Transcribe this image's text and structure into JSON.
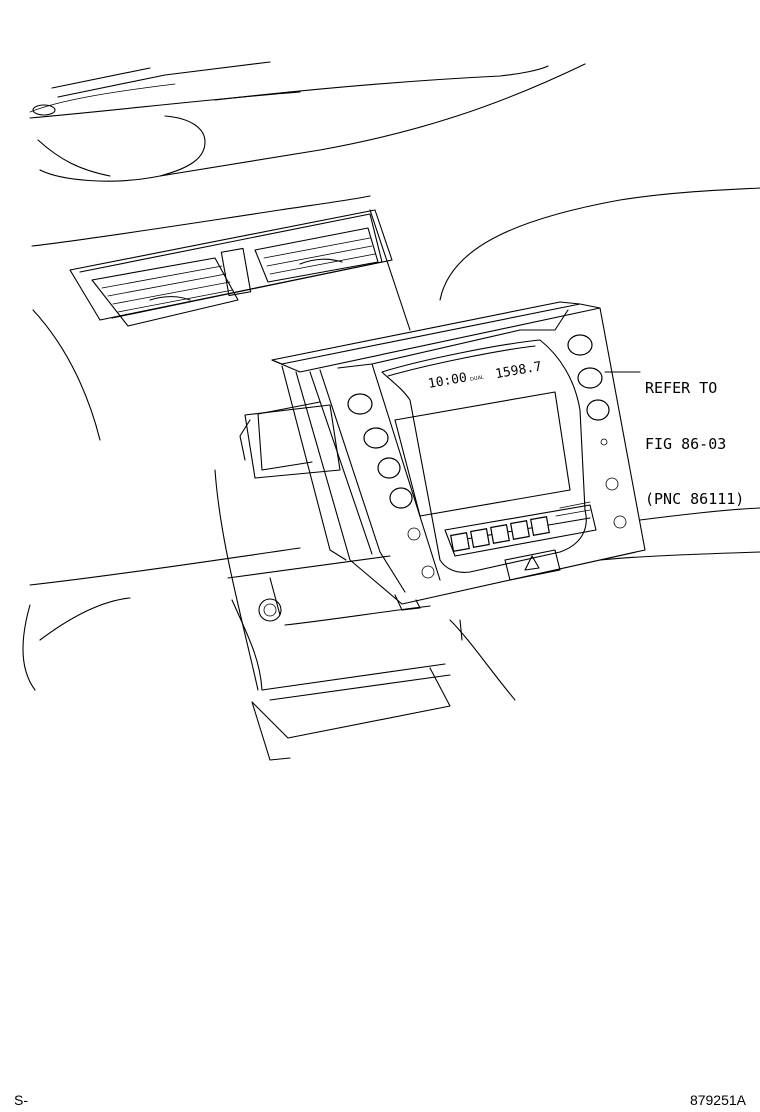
{
  "callout": {
    "line1": "REFER TO",
    "line2": "FIG 86-03",
    "line3": "(PNC 86111)"
  },
  "footer": {
    "left": "S-",
    "right": "879251A"
  }
}
